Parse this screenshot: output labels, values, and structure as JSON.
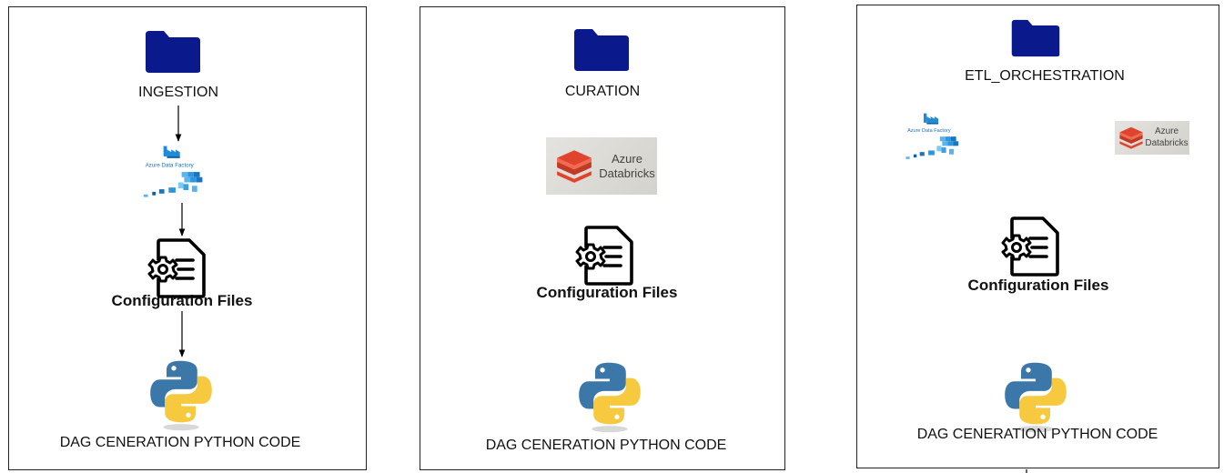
{
  "panels": [
    {
      "folder_label": "INGESTION",
      "tool_label": "Azure Data Factory",
      "config_label": "Configuration Files",
      "code_label": "DAG CENERATION PYTHON CODE"
    },
    {
      "folder_label": "CURATION",
      "tool_label_line1": "Azure",
      "tool_label_line2": "Databricks",
      "config_label": "Configuration Files",
      "code_label": "DAG CENERATION PYTHON CODE"
    },
    {
      "folder_label": "ETL_ORCHESTRATION",
      "adf_label": "Azure Data Factory",
      "dbx_label_line1": "Azure",
      "dbx_label_line2": "Databricks",
      "config_label": "Configuration Files",
      "code_label": "DAG CENERATION PYTHON CODE"
    }
  ],
  "colors": {
    "folder": "#0a1a8c",
    "databricks_red": "#e0442c",
    "python_blue": "#3b77a8",
    "python_yellow": "#f7c93e",
    "adf_blue": "#1f8ad8"
  },
  "icons": {
    "folder": "folder-icon",
    "adf": "azure-data-factory-icon",
    "databricks": "azure-databricks-icon",
    "config": "config-file-gear-icon",
    "python": "python-icon"
  }
}
